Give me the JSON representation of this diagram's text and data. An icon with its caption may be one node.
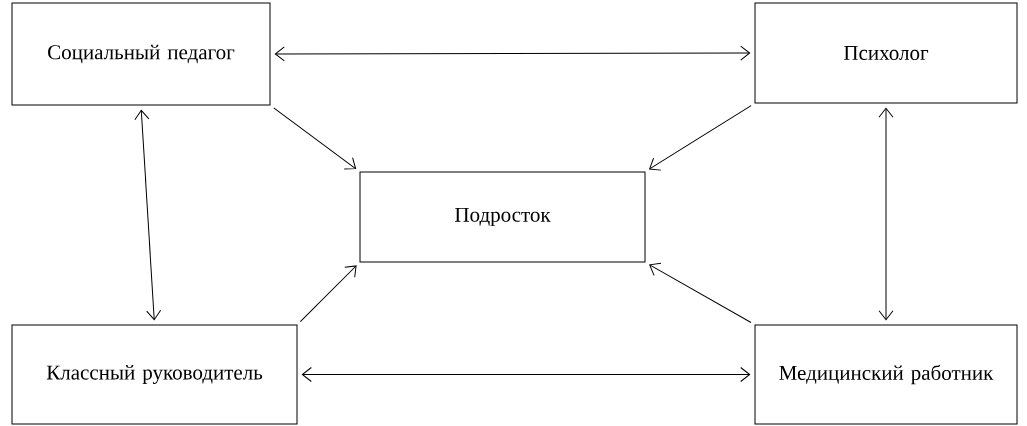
{
  "diagram": {
    "nodes": [
      {
        "text": [
          "Социальный педагог"
        ]
      },
      {
        "text": [
          "Психолог"
        ]
      },
      {
        "text": [
          "Подросток"
        ]
      },
      {
        "text": [
          "Классный руководитель"
        ]
      },
      {
        "text": [
          "Медицинский работник"
        ]
      }
    ],
    "edges": [
      {
        "from": 0,
        "to": 1,
        "arrow": "both"
      },
      {
        "from": 0,
        "to": 2,
        "arrow": "to"
      },
      {
        "from": 1,
        "to": 2,
        "arrow": "to"
      },
      {
        "from": 0,
        "to": 3,
        "arrow": "both"
      },
      {
        "from": 1,
        "to": 4,
        "arrow": "both"
      },
      {
        "from": 3,
        "to": 2,
        "arrow": "to"
      },
      {
        "from": 4,
        "to": 2,
        "arrow": "to"
      },
      {
        "from": 3,
        "to": 4,
        "arrow": "both"
      }
    ]
  }
}
